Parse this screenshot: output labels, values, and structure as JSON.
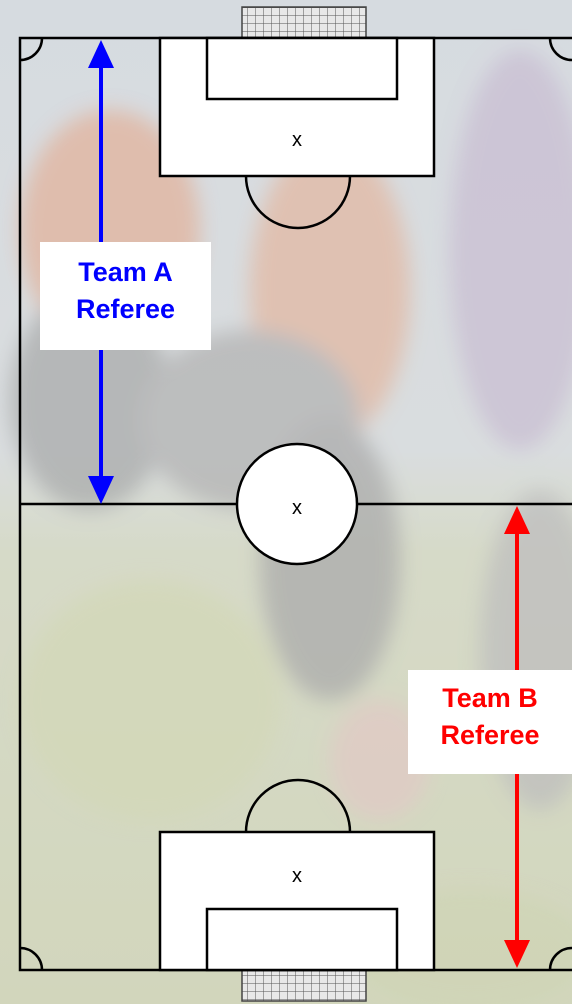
{
  "field": {
    "top_box_mark": "x",
    "center_mark": "x",
    "bottom_box_mark": "x"
  },
  "referees": {
    "team_a": {
      "line1": "Team A",
      "line2": "Referee",
      "color": "#0000ff"
    },
    "team_b": {
      "line1": "Team B",
      "line2": "Referee",
      "color": "#ff0000"
    }
  },
  "colors": {
    "field_lines": "#000000",
    "box_fill": "#ffffff",
    "goal_net": "#e8e8e8"
  }
}
